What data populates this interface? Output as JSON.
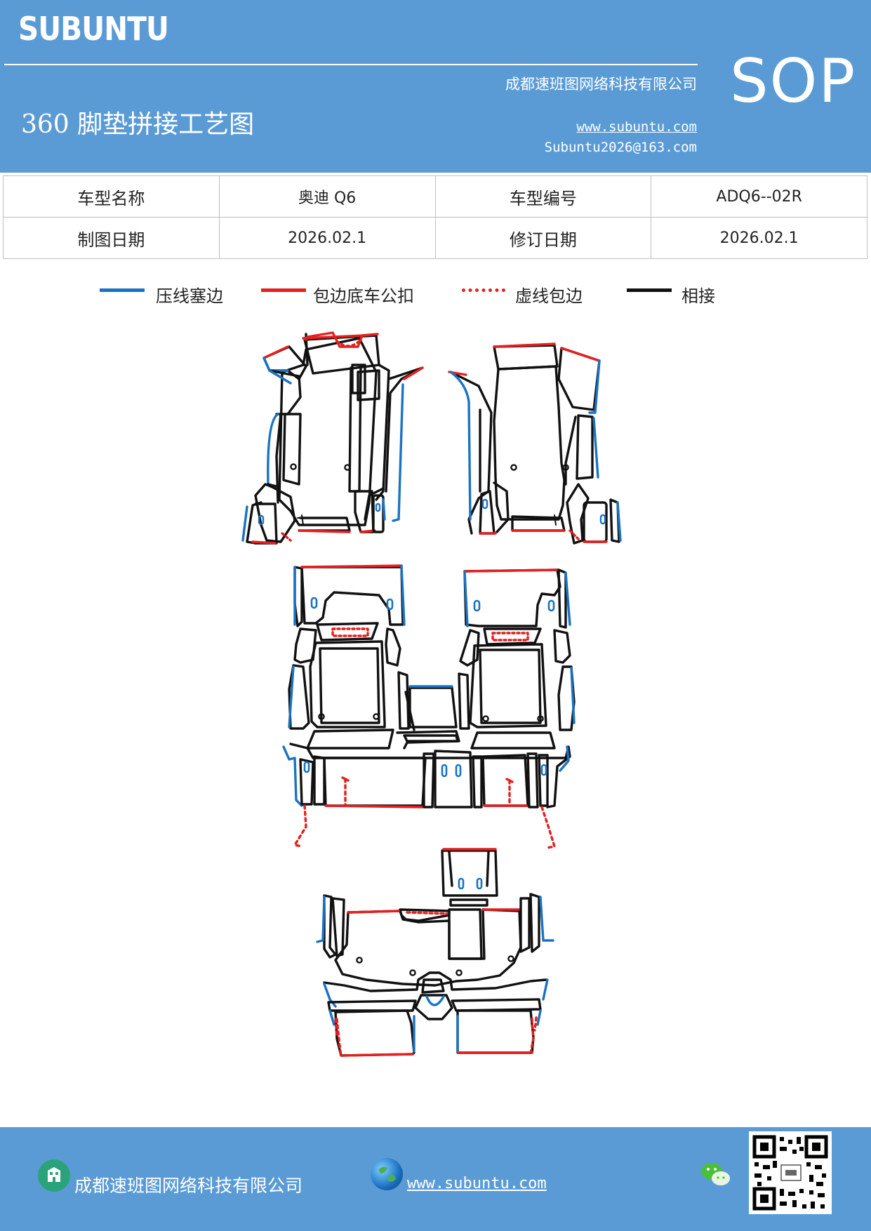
{
  "header": {
    "brand": "SUBUNTU",
    "company": "成都速班图网络科技有限公司",
    "title": "360 脚垫拼接工艺图",
    "website": "www.subuntu.com",
    "email": "Subuntu2026@163.com",
    "badge": "SOP"
  },
  "info_table": {
    "row1": {
      "label1": "车型名称",
      "value1": "奥迪 Q6",
      "label2": "车型编号",
      "value2": "ADQ6--02R"
    },
    "row2": {
      "label1": "制图日期",
      "value1": "2026.02.1",
      "label2": "修订日期",
      "value2": "2026.02.1"
    }
  },
  "legend": [
    {
      "label": "压线塞边",
      "color": "#1a73c2",
      "style": "solid"
    },
    {
      "label": "包边底车公扣",
      "color": "#e51f1f",
      "style": "solid"
    },
    {
      "label": "虚线包边",
      "color": "#e51f1f",
      "style": "dotted"
    },
    {
      "label": "相接",
      "color": "#111111",
      "style": "solid"
    }
  ],
  "footer": {
    "company": "成都速班图网络科技有限公司",
    "website": "www.subuntu.com "
  },
  "icons": {
    "building": "building-icon",
    "globe": "globe-icon",
    "wechat": "wechat-icon",
    "qr": "qr-code-icon"
  },
  "colors": {
    "header_bg": "#5b9bd5",
    "press_line": "#1a73c2",
    "edge_line": "#e51f1f",
    "joint_line": "#111111"
  }
}
